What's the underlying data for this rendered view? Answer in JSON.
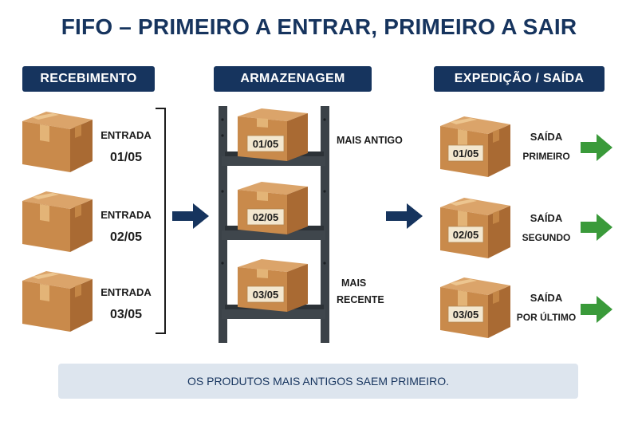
{
  "title": "FIFO – PRIMEIRO A ENTRAR, PRIMEIRO A SAIR",
  "columns": {
    "receiving": {
      "header": "RECEBIMENTO",
      "items": [
        {
          "line1": "ENTRADA",
          "line2": "01/05"
        },
        {
          "line1": "ENTRADA",
          "line2": "02/05"
        },
        {
          "line1": "ENTRADA",
          "line2": "03/05"
        }
      ]
    },
    "storage": {
      "header": "ARMAZENAGEM",
      "boxes": [
        "01/05",
        "02/05",
        "03/05"
      ],
      "oldest_label": "MAIS ANTIGO",
      "newest_label_line1": "MAIS",
      "newest_label_line2": "RECENTE"
    },
    "shipping": {
      "header": "EXPEDIÇÃO / SAÍDA",
      "items": [
        {
          "box": "01/05",
          "line1": "SAÍDA",
          "line2": "PRIMEIRO"
        },
        {
          "box": "02/05",
          "line1": "SAÍDA",
          "line2": "SEGUNDO"
        },
        {
          "box": "03/05",
          "line1": "SAÍDA",
          "line2": "POR ÚLTIMO"
        }
      ]
    }
  },
  "footer_note": "OS PRODUTOS MAIS ANTIGOS SAEM PRIMEIRO.",
  "colors": {
    "navy": "#16345e",
    "cardboard": "#c98a4b",
    "green_arrow": "#3a9a3a",
    "note_bg": "#dde5ee"
  }
}
